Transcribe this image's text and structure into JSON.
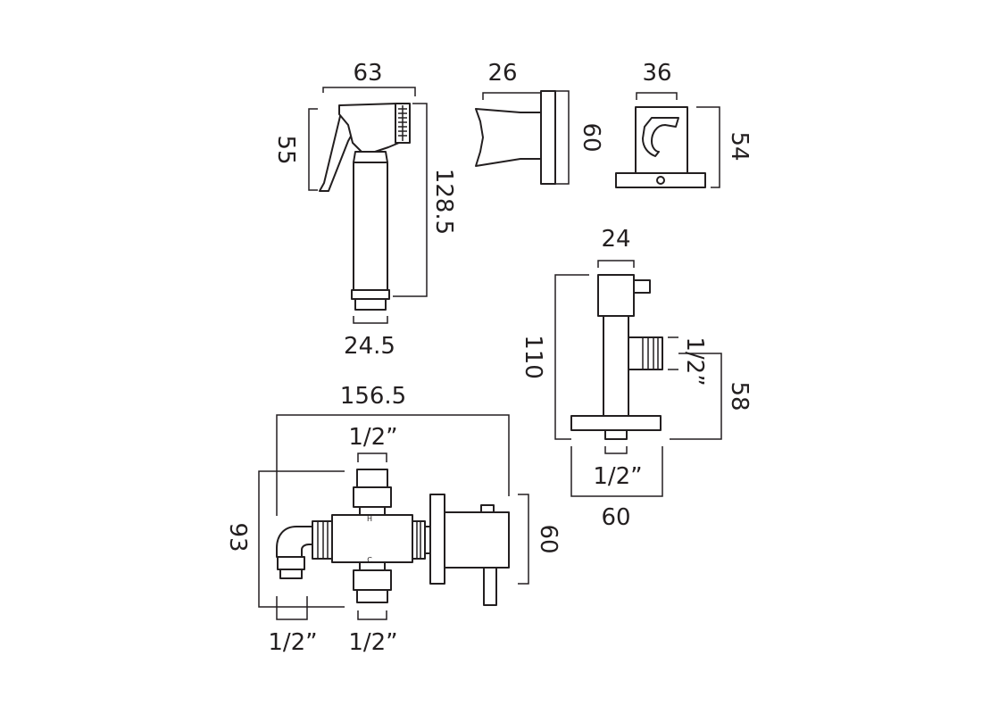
{
  "colors": {
    "line": "#231f20",
    "background": "#ffffff"
  },
  "views": {
    "handset": {
      "width": "63",
      "height": "55",
      "length": "128.5",
      "base": "24.5"
    },
    "holder_side": {
      "depth": "26",
      "height": "60"
    },
    "holder_front": {
      "width": "36",
      "height": "54"
    },
    "angle_valve": {
      "width": "24",
      "height": "110",
      "outlet": "1/2”",
      "outlet_height": "58",
      "inlet": "1/2”",
      "flange": "60"
    },
    "mixer": {
      "length": "156.5",
      "top": "1/2”",
      "height": "93",
      "flange": "60",
      "inlet_left": "1/2”",
      "inlet_bottom": "1/2”",
      "hot_mark": "H",
      "cold_mark": "C"
    }
  }
}
